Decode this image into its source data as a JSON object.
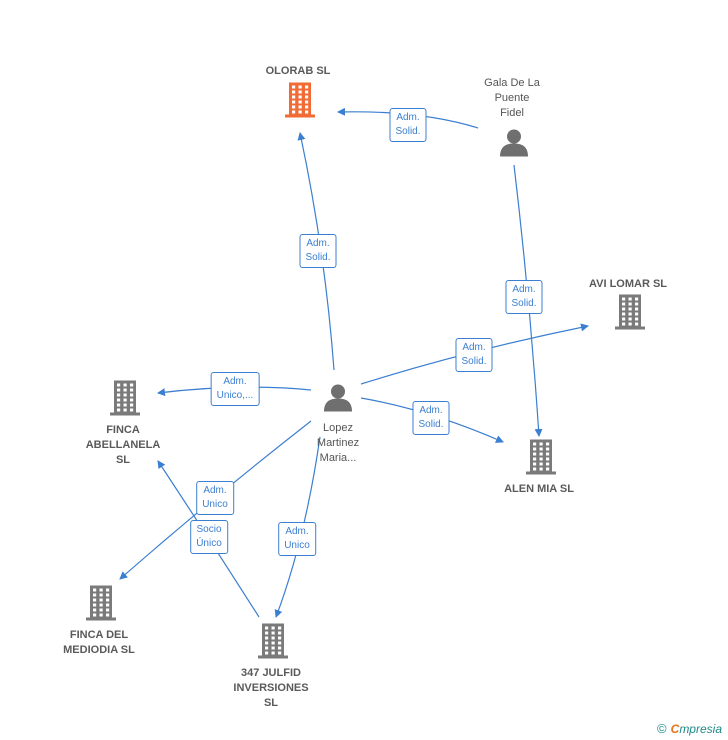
{
  "diagram": {
    "nodes": [
      {
        "id": "olorab",
        "type": "company",
        "highlight": true,
        "lines": [
          "OLORAB  SL"
        ]
      },
      {
        "id": "gala",
        "type": "person",
        "lines": [
          "Gala De La",
          "Puente",
          "Fidel"
        ]
      },
      {
        "id": "avi",
        "type": "company",
        "lines": [
          "AVI LOMAR  SL"
        ]
      },
      {
        "id": "lopez",
        "type": "person",
        "lines": [
          "Lopez",
          "Martinez",
          "Maria..."
        ]
      },
      {
        "id": "finca_ab",
        "type": "company",
        "lines": [
          "FINCA",
          "ABELLANELA",
          "SL"
        ]
      },
      {
        "id": "alen",
        "type": "company",
        "lines": [
          "ALEN MIA  SL"
        ]
      },
      {
        "id": "finca_med",
        "type": "company",
        "lines": [
          "FINCA DEL",
          "MEDIODIA  SL"
        ]
      },
      {
        "id": "julfid",
        "type": "company",
        "lines": [
          "347 JULFID",
          "INVERSIONES",
          "SL"
        ]
      }
    ],
    "edges": [
      {
        "from": "gala",
        "to": "olorab",
        "label": [
          "Adm.",
          "Solid."
        ]
      },
      {
        "from": "lopez",
        "to": "olorab",
        "label": [
          "Adm.",
          "Solid."
        ]
      },
      {
        "from": "gala",
        "to": "alen",
        "label": [
          "Adm.",
          "Solid."
        ]
      },
      {
        "from": "lopez",
        "to": "avi",
        "label": [
          "Adm.",
          "Solid."
        ]
      },
      {
        "from": "lopez",
        "to": "finca_ab",
        "label": [
          "Adm.",
          "Unico,..."
        ]
      },
      {
        "from": "lopez",
        "to": "alen",
        "label": [
          "Adm.",
          "Solid."
        ]
      },
      {
        "from": "lopez",
        "to": "finca_med",
        "label": [
          "Adm.",
          "Unico"
        ]
      },
      {
        "from": "julfid",
        "to": "finca_ab",
        "label": [
          "Socio",
          "Único"
        ]
      },
      {
        "from": "lopez",
        "to": "julfid",
        "label": [
          "Adm.",
          "Unico"
        ]
      }
    ]
  },
  "colors": {
    "edge": "#3b7fd1",
    "company": "#7a7a7a",
    "highlight": "#f26b35",
    "person": "#6f6f6f"
  },
  "footer": {
    "copyright": "©",
    "brand_first": "C",
    "brand_rest": "mpresia"
  }
}
